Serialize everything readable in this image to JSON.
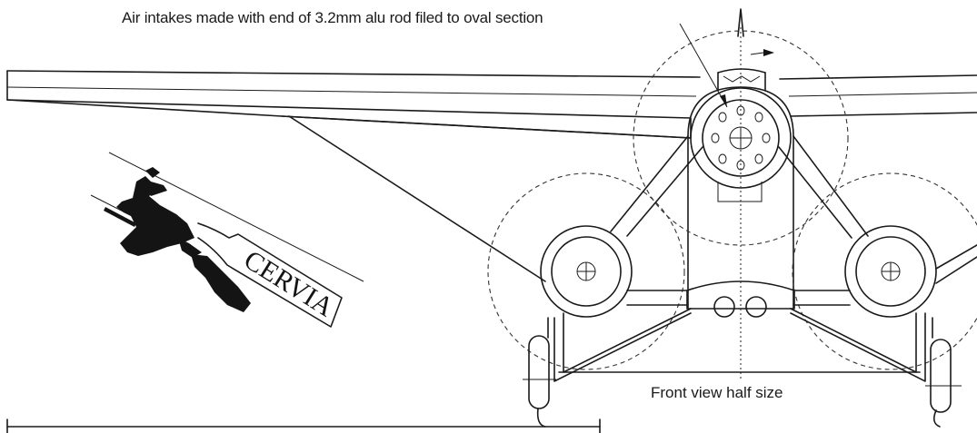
{
  "annotations": {
    "callout": "Air intakes made with end of 3.2mm alu rod filed to oval section",
    "view_label": "Front view half size"
  },
  "decal": {
    "text": "CERVIA"
  },
  "colors": {
    "ink": "#1a1a1a",
    "paper": "#ffffff"
  }
}
